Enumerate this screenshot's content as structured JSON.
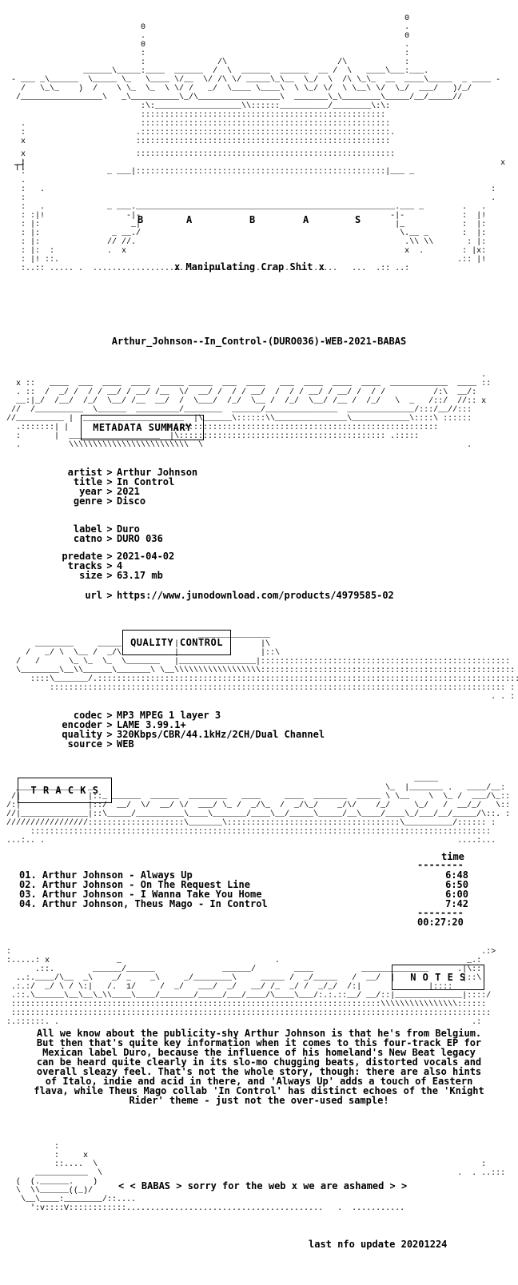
{
  "header": {
    "logo_letters": [
      "B",
      "A",
      "B",
      "A",
      "S"
    ],
    "tagline": "x Manipulating Crap Shit x",
    "release_name": "Arthur_Johnson--In_Control-(DURO036)-WEB-2021-BABAS"
  },
  "metadata": {
    "section_title": "METADATA SUMMARY",
    "rows": [
      {
        "key": "artist",
        "value": "Arthur Johnson"
      },
      {
        "key": "title",
        "value": "In Control"
      },
      {
        "key": "year",
        "value": "2021"
      },
      {
        "key": "genre",
        "value": "Disco"
      },
      {
        "key": "label",
        "value": "Duro"
      },
      {
        "key": "catno",
        "value": "DURO 036"
      },
      {
        "key": "predate",
        "value": "2021-04-02"
      },
      {
        "key": "tracks",
        "value": "4"
      },
      {
        "key": "size",
        "value": "63.17 mb"
      },
      {
        "key": "url",
        "value": "https://www.junodownload.com/products/4979585-02"
      }
    ]
  },
  "quality": {
    "section_title": "QUALITY CONTROL",
    "rows": [
      {
        "key": "codec",
        "value": "MP3 MPEG 1 layer 3"
      },
      {
        "key": "encoder",
        "value": "LAME 3.99.1+"
      },
      {
        "key": "quality",
        "value": "320Kbps/CBR/44.1kHz/2CH/Dual Channel"
      },
      {
        "key": "source",
        "value": "WEB"
      }
    ]
  },
  "tracks": {
    "section_title": "T R A C K S",
    "time_header": "time",
    "items": [
      {
        "title": "01. Arthur Johnson - Always Up",
        "time": "6:48"
      },
      {
        "title": "02. Arthur Johnson - On The Request Line",
        "time": "6:50"
      },
      {
        "title": "03. Arthur Johnson - I Wanna Take You Home",
        "time": "6:00"
      },
      {
        "title": "04. Arthur Johnson, Theus Mago - In Control",
        "time": "7:42"
      }
    ],
    "total": "00:27:20"
  },
  "notes": {
    "section_title": "N O T E S",
    "text": "All we know about the publicity-shy Arthur Johnson is that he's from Belgium. But then that's quite key information when it comes to this four-track EP for Mexican label Duro, because the influence of his homeland's New Beat legacy can be heard quite clearly in its slo-mo chugging beats, distorted vocals and overall sleazy feel. That's not the whole story, though: there are also hints of Italo, indie and acid in there, and 'Always Up' adds a touch of Eastern flava, while Theus Mago collab 'In Control' has distinct echoes of the 'Knight Rider' theme - just not the over-used sample!"
  },
  "footer": {
    "message": "< < BABAS > sorry for the web x we are ashamed > >",
    "update": "last nfo update 20201224"
  }
}
